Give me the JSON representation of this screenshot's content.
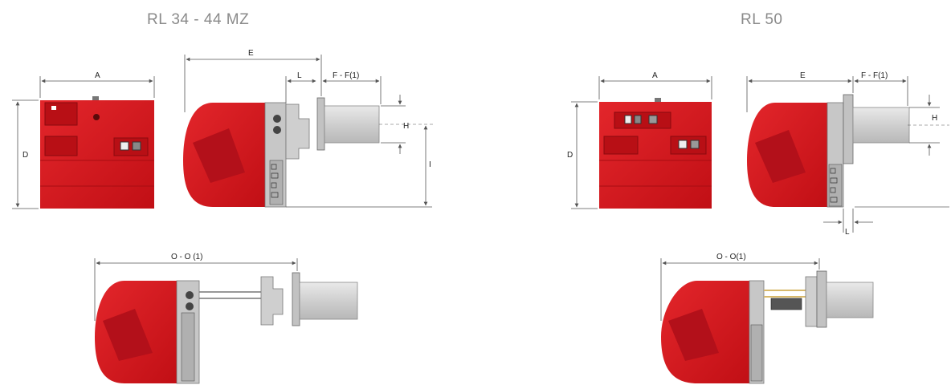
{
  "left_section": {
    "title": "RL 34 - 44 MZ",
    "labels": {
      "A": "A",
      "D": "D",
      "E": "E",
      "L": "L",
      "F": "F - F(1)",
      "H": "H",
      "I": "I",
      "O": "O - O (1)"
    }
  },
  "right_section": {
    "title": "RL 50",
    "labels": {
      "A": "A",
      "D": "D",
      "E": "E",
      "F": "F - F(1)",
      "H": "H",
      "L": "L",
      "O": "O - O(1)"
    }
  },
  "colors": {
    "burner_red": "#d7141a",
    "burner_dark": "#a80d12",
    "flange_grey": "#c8c8c8",
    "tube_grey": "#d6d6d6",
    "dim_line": "#555555"
  }
}
